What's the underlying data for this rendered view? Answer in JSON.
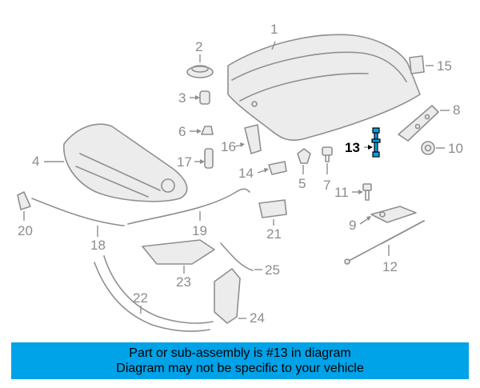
{
  "diagram": {
    "highlighted_part": "13",
    "highlight_color": "#00a2e8",
    "callouts": {
      "c1": "1",
      "c2": "2",
      "c3": "3",
      "c4": "4",
      "c5": "5",
      "c6": "6",
      "c7": "7",
      "c8": "8",
      "c9": "9",
      "c10": "10",
      "c11": "11",
      "c12": "12",
      "c13": "13",
      "c14": "14",
      "c15": "15",
      "c16": "16",
      "c17": "17",
      "c18": "18",
      "c19": "19",
      "c20": "20",
      "c21": "21",
      "c22": "22",
      "c23": "23",
      "c24": "24",
      "c25": "25"
    }
  },
  "banner": {
    "line1": "Part or sub-assembly is #13 in diagram",
    "line2": "Diagram may not be specific to your vehicle",
    "background": "#00a2e8"
  }
}
